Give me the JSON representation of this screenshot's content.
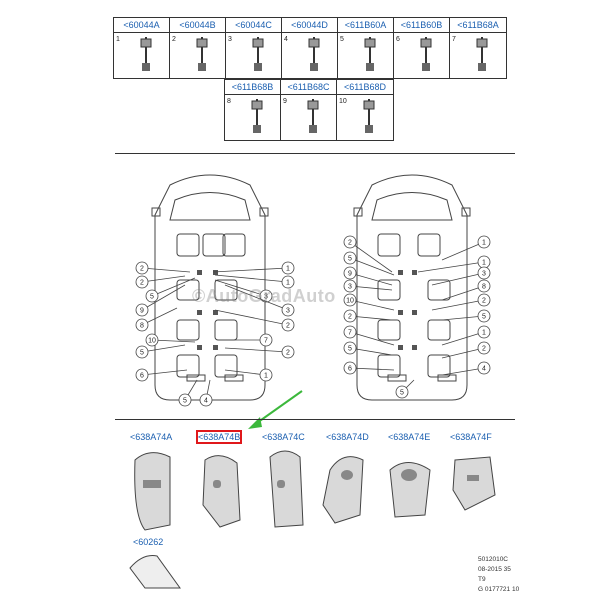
{
  "tools_row1": [
    {
      "label": "<60044A",
      "num": "1"
    },
    {
      "label": "<60044B",
      "num": "2"
    },
    {
      "label": "<60044C",
      "num": "3"
    },
    {
      "label": "<60044D",
      "num": "4"
    },
    {
      "label": "<611B60A",
      "num": "5"
    },
    {
      "label": "<611B60B",
      "num": "6"
    },
    {
      "label": "<611B68A",
      "num": "7"
    }
  ],
  "tools_row2": [
    {
      "label": "<611B68B",
      "num": "8"
    },
    {
      "label": "<611B68C",
      "num": "9"
    },
    {
      "label": "<611B68D",
      "num": "10"
    }
  ],
  "callouts_left": [
    "2",
    "1",
    "1",
    "2",
    "5",
    "3",
    "9",
    "3",
    "8",
    "2",
    "10",
    "7",
    "5",
    "2",
    "6",
    "1",
    "5",
    "4"
  ],
  "callouts_right": [
    "2",
    "1",
    "5",
    "1",
    "9",
    "3",
    "3",
    "8",
    "10",
    "2",
    "2",
    "5",
    "7",
    "1",
    "5",
    "2",
    "6",
    "4",
    "5"
  ],
  "parts": [
    {
      "label": "<638A74A",
      "selected": false
    },
    {
      "label": "<638A74B",
      "selected": true
    },
    {
      "label": "<638A74C",
      "selected": false
    },
    {
      "label": "<638A74D",
      "selected": false
    },
    {
      "label": "<638A74E",
      "selected": false
    },
    {
      "label": "<638A74F",
      "selected": false
    }
  ],
  "bag_label": "<60262",
  "watermark": "©AutoGradAuto",
  "meta": [
    "5012010C",
    "08-2015 35",
    "T9",
    "G 0177721 10"
  ],
  "colors": {
    "link": "#1b5fb0",
    "highlight": "#e0181b",
    "arrow": "#3cb83c"
  }
}
